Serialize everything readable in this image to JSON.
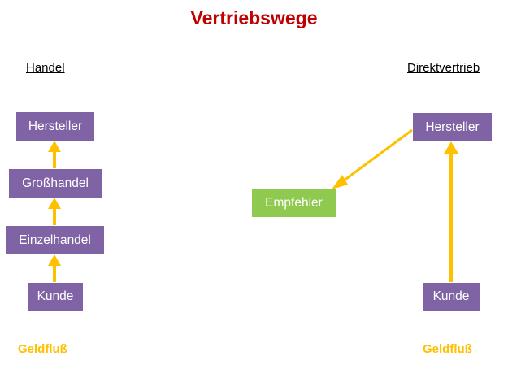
{
  "diagram": {
    "title": "Vertriebswege",
    "colors": {
      "title": "#C00000",
      "node_purple": "#7F63A4",
      "node_green": "#8FC950",
      "arrow": "#FFC000",
      "flow_label": "#FFC000",
      "heading": "#000000",
      "background": "#FFFFFF"
    },
    "columns": [
      {
        "id": "handel",
        "heading": "Handel",
        "flow_label": "Geldfluß",
        "nodes": [
          {
            "id": "handel-hersteller",
            "label": "Hersteller",
            "color": "purple"
          },
          {
            "id": "handel-grosshandel",
            "label": "Großhandel",
            "color": "purple"
          },
          {
            "id": "handel-einzelhandel",
            "label": "Einzelhandel",
            "color": "purple"
          },
          {
            "id": "handel-kunde",
            "label": "Kunde",
            "color": "purple"
          }
        ],
        "arrows": [
          {
            "id": "arrow-kunde-einzelhandel",
            "from": "handel-kunde",
            "to": "handel-einzelhandel",
            "direction": "up"
          },
          {
            "id": "arrow-einzelhandel-grosshandel",
            "from": "handel-einzelhandel",
            "to": "handel-grosshandel",
            "direction": "up"
          },
          {
            "id": "arrow-grosshandel-hersteller",
            "from": "handel-grosshandel",
            "to": "handel-hersteller",
            "direction": "up"
          }
        ]
      },
      {
        "id": "direktvertrieb",
        "heading": "Direktvertrieb",
        "flow_label": "Geldfluß",
        "nodes": [
          {
            "id": "direkt-hersteller",
            "label": "Hersteller",
            "color": "purple"
          },
          {
            "id": "direkt-empfehler",
            "label": "Empfehler",
            "color": "green"
          },
          {
            "id": "direkt-kunde",
            "label": "Kunde",
            "color": "purple"
          }
        ],
        "arrows": [
          {
            "id": "arrow-direkt-kunde-hersteller",
            "from": "direkt-kunde",
            "to": "direkt-hersteller",
            "direction": "up"
          },
          {
            "id": "arrow-direkt-hersteller-empfehler",
            "from": "direkt-hersteller",
            "to": "direkt-empfehler",
            "direction": "diagonal-down-left"
          }
        ]
      }
    ]
  }
}
